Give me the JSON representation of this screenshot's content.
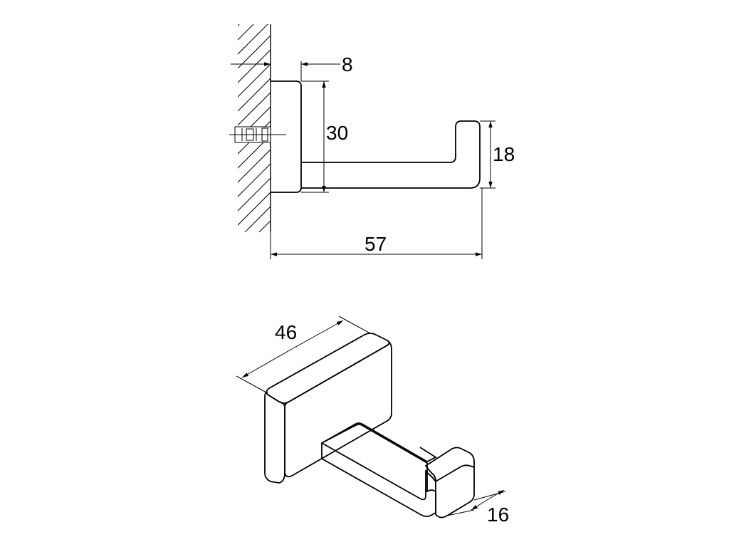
{
  "dimensions": {
    "wall_offset": "8",
    "base_height": "30",
    "hook_tip_height": "18",
    "total_projection": "57",
    "base_width": "46",
    "hook_width": "16"
  },
  "colors": {
    "line": "#000000",
    "background": "#ffffff"
  }
}
